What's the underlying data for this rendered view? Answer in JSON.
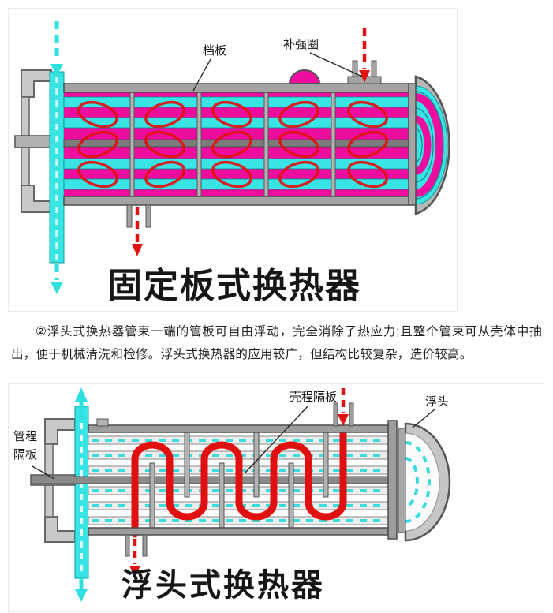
{
  "colors": {
    "shell_pink": "#ee0d9e",
    "tube_cyan": "#38e4e4",
    "hot_flow_red": "#e31212",
    "metal_gray": "#9d9d9d"
  },
  "diagram_fixed": {
    "caption": "固定板式换热器",
    "labels": {
      "baffle": "档板",
      "reinforcement_ring": "补强圈"
    }
  },
  "paragraph": {
    "text": "②浮头式换热器管束一端的管板可自由浮动，完全消除了热应力;且整个管束可从壳体中抽出，便于机械清洗和检修。浮头式换热器的应用较广，但结构比较复杂，造价较高。"
  },
  "diagram_floating": {
    "caption": "浮头式换热器",
    "labels": {
      "tube_pass_partition": "管程隔板",
      "shell_pass_baffle": "壳程隔板",
      "floating_head": "浮头"
    }
  }
}
